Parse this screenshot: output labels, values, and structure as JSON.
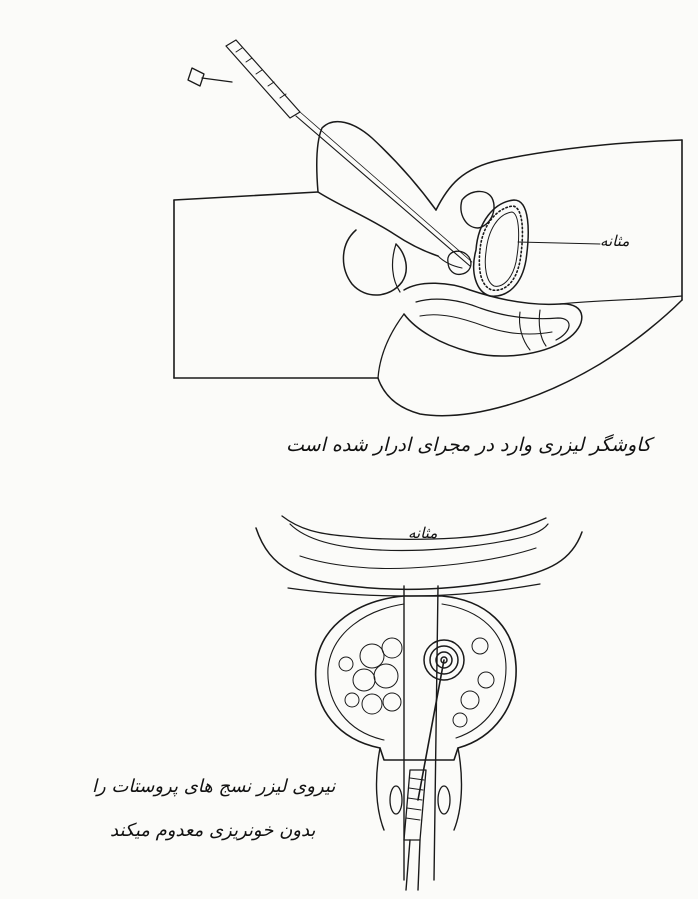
{
  "figure": {
    "top_panel": {
      "bladder_label": "مثانه",
      "caption": "کاوشگر لیزری وارد در مجرای ادرار شده است"
    },
    "bottom_panel": {
      "bladder_label": "مثانه",
      "caption_line1": "نیروی لیزر نسج های پروستات را",
      "caption_line2": "بدون خونریزی معدوم میکند"
    }
  }
}
